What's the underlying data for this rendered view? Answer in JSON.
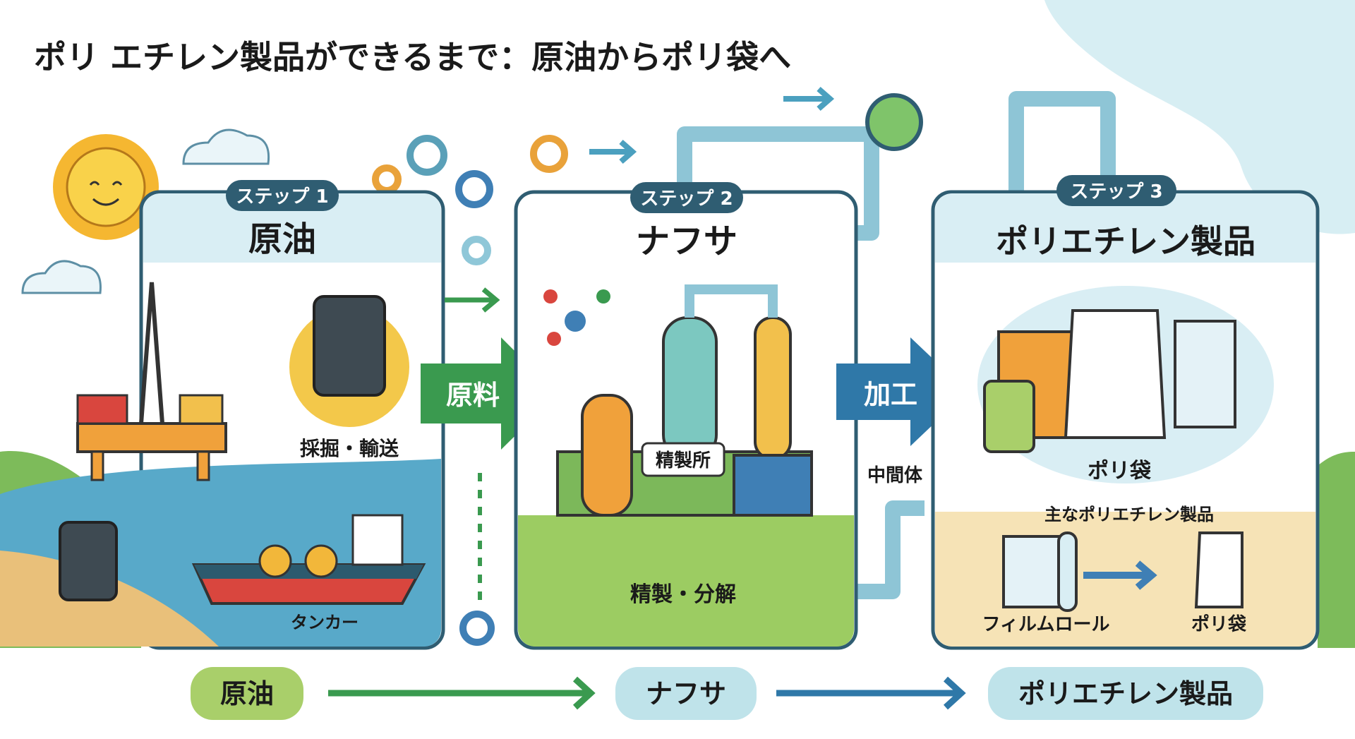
{
  "title": "ポリ エチレン製品ができるまで：原油からポリ袋へ",
  "steps": [
    {
      "badge": "ステップ 1",
      "name": "原油",
      "labels": [
        "採掘・輸送",
        "タンカー"
      ]
    },
    {
      "badge": "ステップ 2",
      "name": "ナフサ",
      "labels": [
        "精製所",
        "精製・分解"
      ]
    },
    {
      "badge": "ステップ 3",
      "name": "ポリエチレン製品",
      "labels": [
        "ポリ袋",
        "主なポリエチレン製品",
        "フィルムロール",
        "ポリ袋"
      ]
    }
  ],
  "arrows": {
    "raw": "原料",
    "process": "加工",
    "intermediate": "中間体"
  },
  "flow": [
    "原油",
    "ナフサ",
    "ポリエチレン製品"
  ],
  "colors": {
    "panel_border": "#2f5d72",
    "header_band": "#d9eef4",
    "green_arrow": "#3a9a4f",
    "blue_arrow": "#2f78a8",
    "pill_green": "#a9cf6a",
    "pill_blue": "#bfe3ea"
  }
}
